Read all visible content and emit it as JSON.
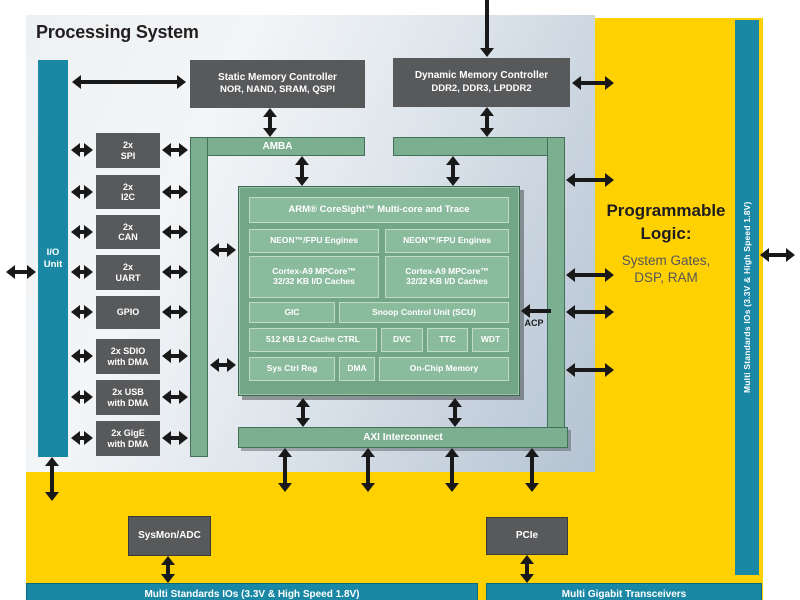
{
  "colors": {
    "yellow": "#ffd100",
    "teal": "#1a87a5",
    "green": "#7cae90",
    "tile_green": "#8abb9d",
    "box_gray": "#58595b",
    "arrow": "#191919"
  },
  "ps": {
    "title": "Processing System"
  },
  "io_unit": {
    "line1": "I/O",
    "line2": "Unit"
  },
  "peripherals": [
    {
      "line1": "2x",
      "line2": "SPI"
    },
    {
      "line1": "2x",
      "line2": "I2C"
    },
    {
      "line1": "2x",
      "line2": "CAN"
    },
    {
      "line1": "2x",
      "line2": "UART"
    },
    {
      "line1": "GPIO"
    },
    {
      "line1": "2x SDIO",
      "line2": "with DMA"
    },
    {
      "line1": "2x USB",
      "line2": "with DMA"
    },
    {
      "line1": "2x GigE",
      "line2": "with DMA"
    }
  ],
  "memory_controllers": {
    "static": {
      "line1": "Static Memory Controller",
      "line2": "NOR, NAND, SRAM, QSPI"
    },
    "dynamic": {
      "line1": "Dynamic Memory Controller",
      "line2": "DDR2, DDR3, LPDDR2"
    }
  },
  "interconnect": {
    "amba_label": "AMBA",
    "axi_label": "AXI Interconnect",
    "acp_label": "ACP"
  },
  "cpu": {
    "coresight": "ARM® CoreSight™ Multi-core and Trace",
    "neon": "NEON™/FPU Engines",
    "cortex_line1": "Cortex-A9 MPCore™",
    "cortex_line2": "32/32 KB I/D Caches",
    "gic": "GIC",
    "scu": "Snoop Control Unit (SCU)",
    "l2": "512 KB L2 Cache CTRL",
    "dvc": "DVC",
    "ttc": "TTC",
    "wdt": "WDT",
    "sys_ctrl": "Sys Ctrl Reg",
    "dma": "DMA",
    "ocm": "On-Chip Memory"
  },
  "pl": {
    "title_line1": "Programmable",
    "title_line2": "Logic:",
    "subtitle_line1": "System Gates,",
    "subtitle_line2": "DSP, RAM",
    "sysmon": "SysMon/ADC",
    "pcie": "PCIe"
  },
  "io_banks": {
    "right_vertical": "Multi Standards IOs (3.3V & High Speed 1.8V)",
    "bottom_left": "Multi Standards IOs (3.3V & High Speed 1.8V)",
    "bottom_right": "Multi Gigabit Transceivers"
  }
}
